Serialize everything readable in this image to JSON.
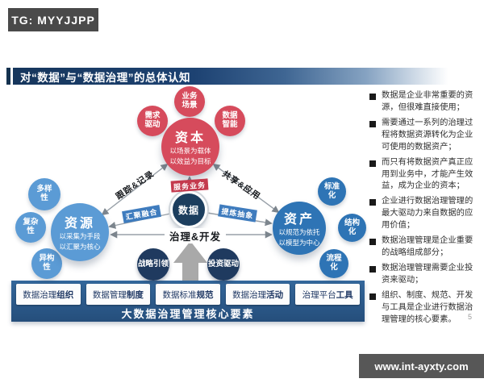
{
  "overlays": {
    "tg_label": "TG: MYYJJPP",
    "website": "www.int-ayxty.com"
  },
  "slide": {
    "title": "对“数据”与“数据治理”的总体认知",
    "page_number": "5"
  },
  "diagram": {
    "capital": {
      "name": "资本",
      "line1": "以场景为载体",
      "line2": "以效益为目标"
    },
    "resource": {
      "name": "资源",
      "line1": "以采集为手段",
      "line2": "以汇聚为核心"
    },
    "asset": {
      "name": "资产",
      "line1": "以规范为依托",
      "line2": "以模型为中心"
    },
    "data_core": "数据",
    "top_satellites": [
      "需求驱动",
      "业务场景",
      "数据智能"
    ],
    "left_satellites": [
      "多样性",
      "复杂性",
      "异构性"
    ],
    "right_satellites": [
      "标准化",
      "结构化",
      "流程化"
    ],
    "edge_labels": {
      "track_record": "跟踪&记录",
      "share_apply": "共享&应用",
      "serve_business": "服务业务",
      "aggregate_fuse": "汇聚融合",
      "refine_abstract": "提炼抽象",
      "govern_develop": "治理&开发"
    },
    "driver_circles": [
      "战略引领",
      "投资驱动"
    ],
    "foundation": {
      "boxes": [
        {
          "prefix": "数据治理",
          "suffix": "组织"
        },
        {
          "prefix": "数据管理",
          "suffix": "制度"
        },
        {
          "prefix": "数据标准",
          "suffix": "规范"
        },
        {
          "prefix": "数据治理",
          "suffix": "活动"
        },
        {
          "prefix": "治理平台",
          "suffix": "工具"
        }
      ],
      "banner": "大数据治理管理核心要素"
    }
  },
  "notes": {
    "bullets": [
      "数据是企业非常重要的资源，但很难直接使用；",
      "需要通过一系列的治理过程将数据资源转化为企业可使用的数据资产；",
      "而只有将数据资产真正应用到业务中，才能产生效益，成为企业的资本；",
      "企业进行数据治理管理的最大驱动力来自数据的应用价值；",
      "数据治理管理是企业重要的战略组成部分；",
      "数据治理管理需要企业投资来驱动；",
      "组织、制度、规范、开发与工具是企业进行数据治理管理的核心要素。"
    ]
  },
  "colors": {
    "red_circle": "#d64b5c",
    "blue_light": "#5b9bd5",
    "blue_dark": "#2e74b5",
    "navy_dark": "#1f3a5f",
    "title_navy": "#16365c",
    "banner_blue": "#2d5f92",
    "arrow_gray": "#a9a9a9"
  }
}
